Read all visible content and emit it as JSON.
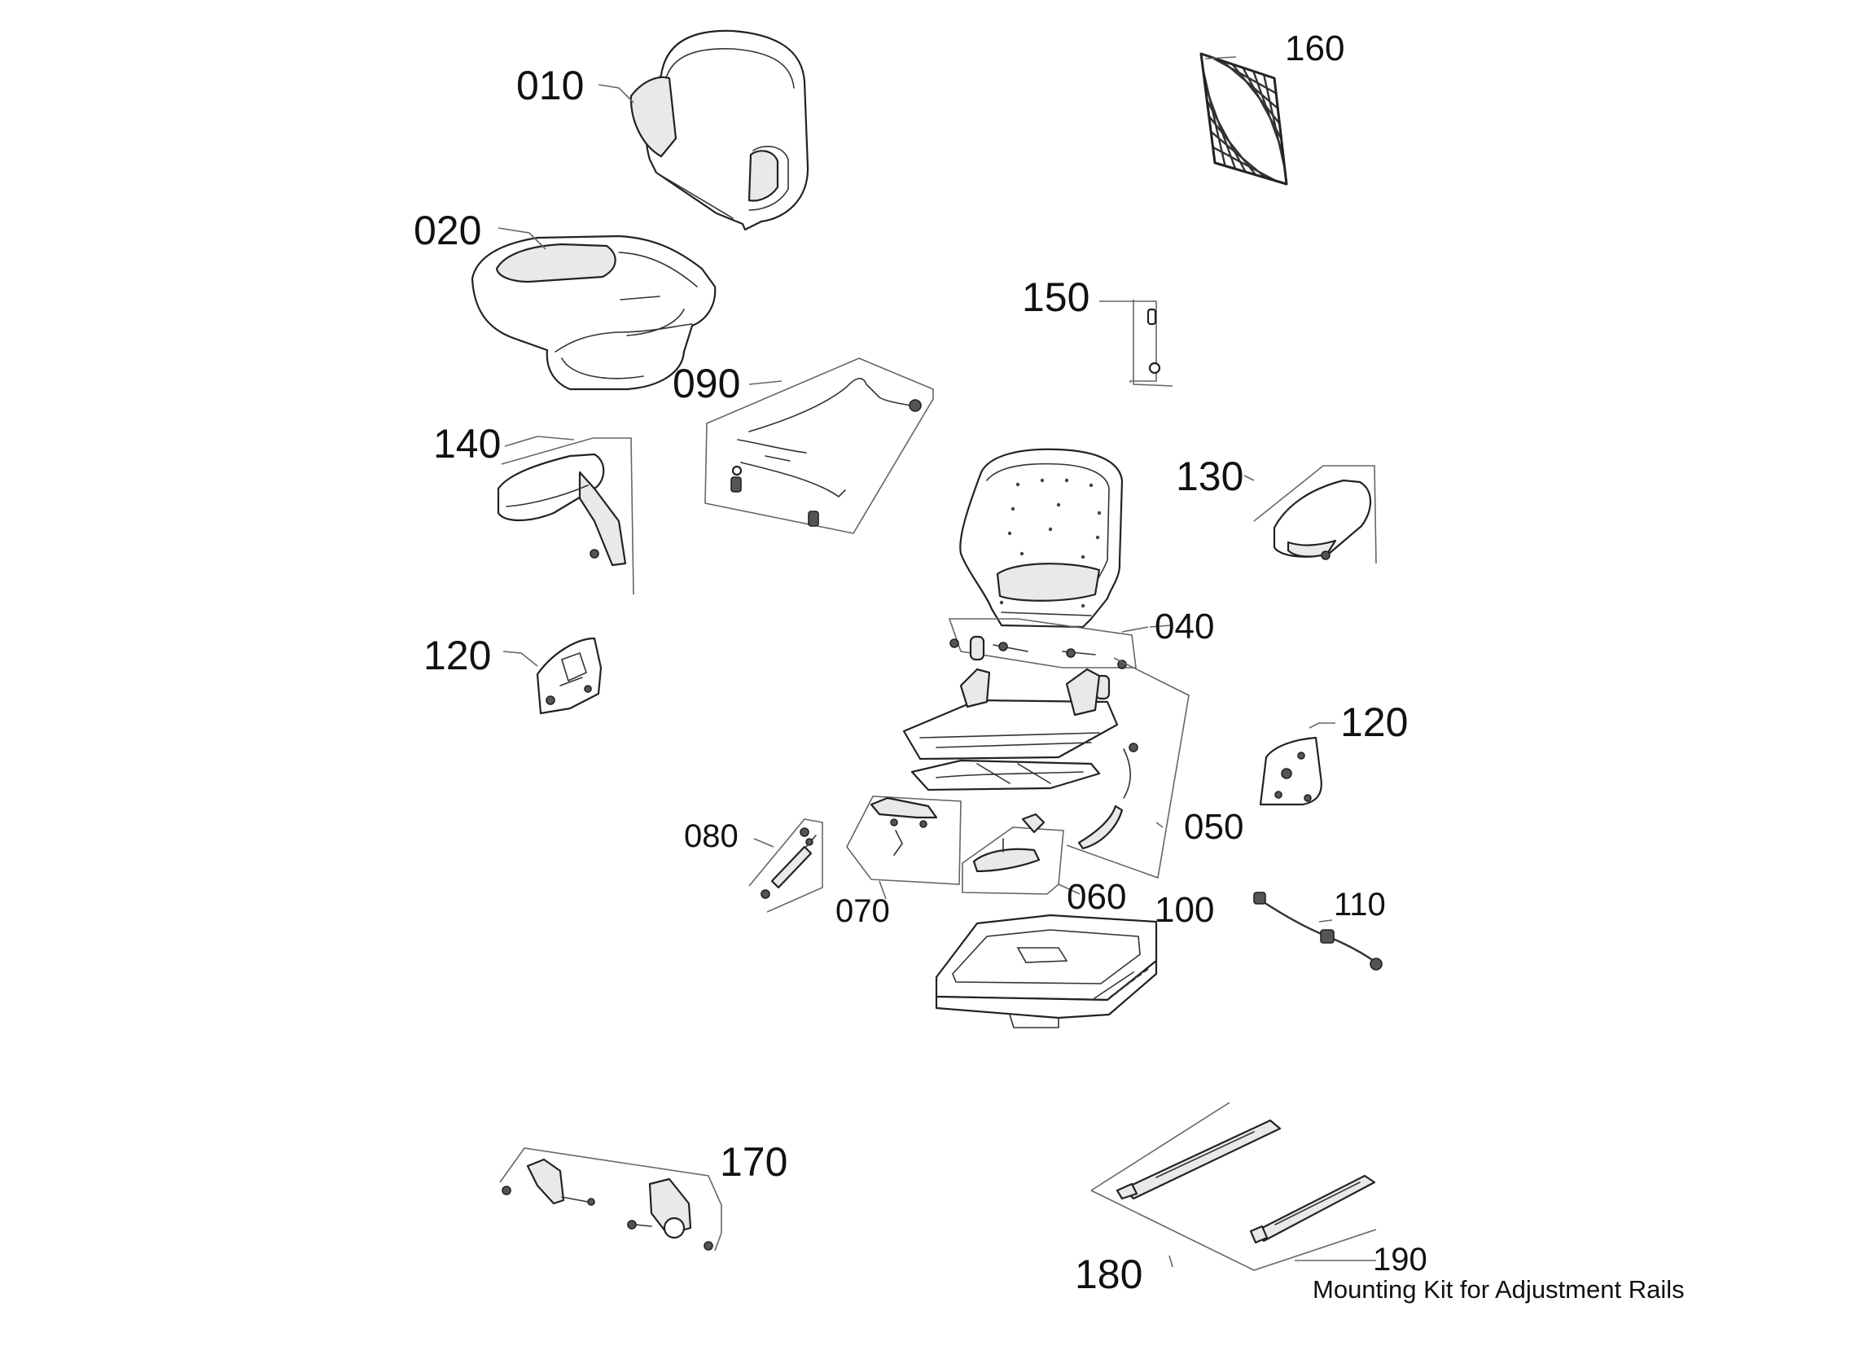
{
  "labels": {
    "p010": "010",
    "p020": "020",
    "p040": "040",
    "p050": "050",
    "p060": "060",
    "p070": "070",
    "p080": "080",
    "p090": "090",
    "p100": "100",
    "p110": "110",
    "p120_left": "120",
    "p120_right": "120",
    "p130": "130",
    "p140": "140",
    "p150": "150",
    "p160": "160",
    "p170": "170",
    "p180": "180",
    "p190": "190"
  },
  "note": "Mounting Kit for Adjustment Rails"
}
